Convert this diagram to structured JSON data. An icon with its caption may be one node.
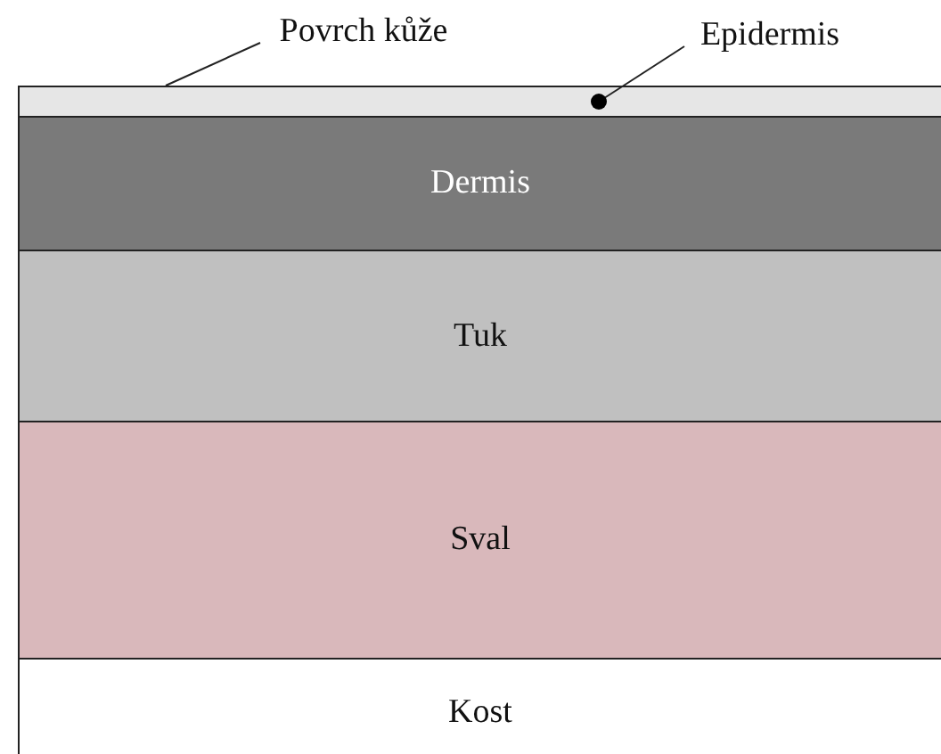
{
  "diagram": {
    "nodes": [
      {
        "text": [
          "Povrch kůže"
        ]
      },
      {
        "text": [
          "Epidermis"
        ]
      },
      {
        "text": [],
        "shape": "bar"
      },
      {
        "text": [
          "Dermis"
        ]
      },
      {
        "text": [
          "Tuk"
        ]
      },
      {
        "text": [
          "Sval"
        ]
      },
      {
        "text": [
          "Kost"
        ]
      }
    ],
    "edges": [
      {
        "from": 0,
        "to": 2,
        "arrow": "none"
      },
      {
        "from": 1,
        "to": 2,
        "arrow": "other"
      }
    ]
  }
}
